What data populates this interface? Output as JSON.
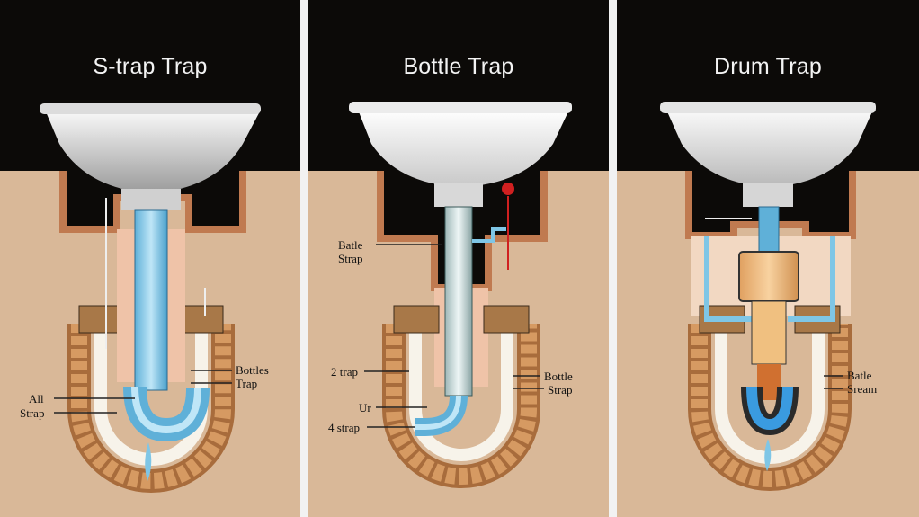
{
  "panels": [
    {
      "title": "S-trap Trap",
      "labels": [
        "Bottles",
        "Trap",
        "All",
        "Strap"
      ]
    },
    {
      "title": "Bottle Trap",
      "labels": [
        "Batle",
        "Strap",
        "2 trap",
        "Bottle",
        "Strap",
        "Ur",
        "4 strap"
      ]
    },
    {
      "title": "Drum Trap",
      "labels": [
        "Batle",
        "Sream"
      ]
    }
  ],
  "colors": {
    "background": "#0c0a08",
    "wall": "#d9b898",
    "brick": "#b07a48",
    "pipe": "#7fc6e6",
    "water": "#3a9be0",
    "sink": "#e8e8e8"
  }
}
